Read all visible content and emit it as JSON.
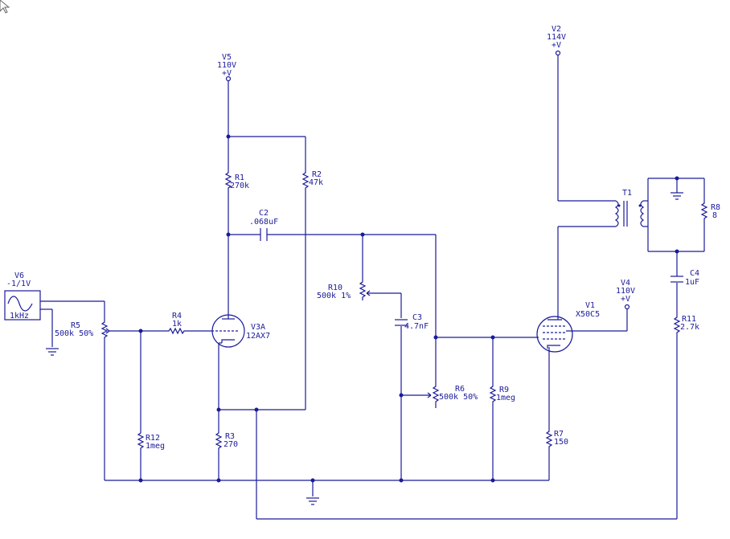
{
  "colors": {
    "wire": "#1a1a9a",
    "background": "#ffffff"
  },
  "components": {
    "v5": {
      "name": "V5",
      "value": "110V",
      "pin": "+V"
    },
    "v2": {
      "name": "V2",
      "value": "114V",
      "pin": "+V"
    },
    "v4": {
      "name": "V4",
      "value": "110V",
      "pin": "+V"
    },
    "v6": {
      "name": "V6",
      "value": "-1/1V",
      "freq": "1kHz"
    },
    "r1": {
      "name": "R1",
      "value": "270k"
    },
    "r2": {
      "name": "R2",
      "value": "47k"
    },
    "r3": {
      "name": "R3",
      "value": "270"
    },
    "r4": {
      "name": "R4",
      "value": "1k"
    },
    "r5": {
      "name": "R5",
      "value": "500k 50%"
    },
    "r6": {
      "name": "R6",
      "value": "500k 50%"
    },
    "r7": {
      "name": "R7",
      "value": "150"
    },
    "r8": {
      "name": "R8",
      "value": "8"
    },
    "r9": {
      "name": "R9",
      "value": "1meg"
    },
    "r10": {
      "name": "R10",
      "value": "500k 1%"
    },
    "r11": {
      "name": "R11",
      "value": "2.7k"
    },
    "r12": {
      "name": "R12",
      "value": "1meg"
    },
    "c2": {
      "name": "C2",
      "value": ".068uF"
    },
    "c3": {
      "name": "C3",
      "value": "4.7nF"
    },
    "c4": {
      "name": "C4",
      "value": "1uF"
    },
    "v3a": {
      "name": "V3A",
      "value": "12AX7"
    },
    "v1": {
      "name": "V1",
      "value": "X50C5"
    },
    "t1": {
      "name": "T1"
    }
  }
}
